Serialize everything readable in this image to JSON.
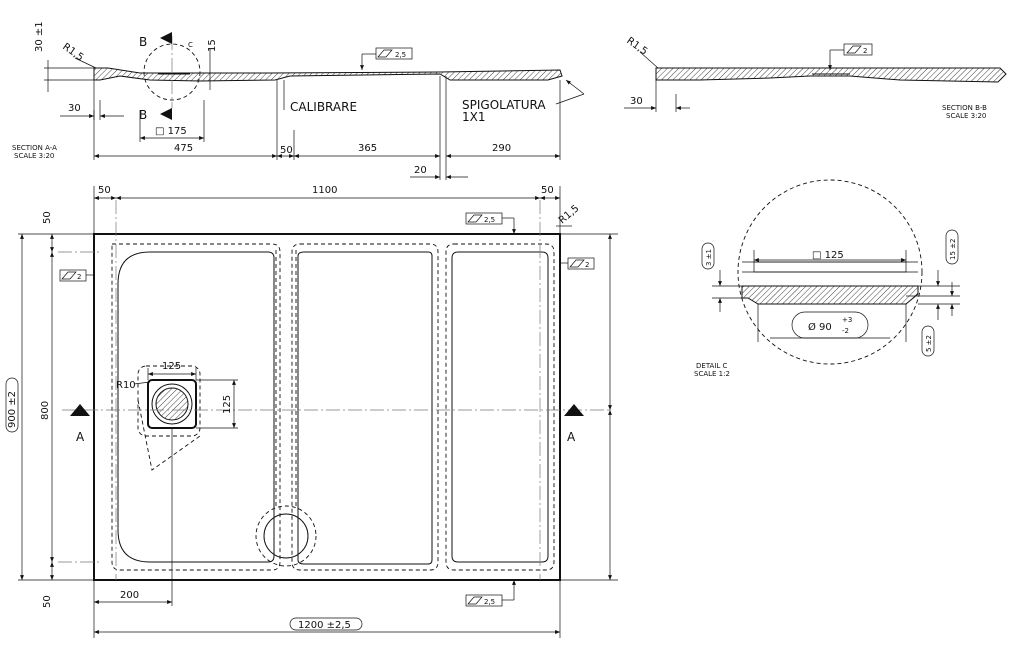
{
  "section_aa": {
    "title": "SECTION A-A",
    "scale": "SCALE 3:20",
    "dims": {
      "d30_15": "30 ±1",
      "r15": "R1,5",
      "flat25": "2,5",
      "d15": "15",
      "b_top": "B",
      "b_bottom": "B",
      "c": "C",
      "d30": "30",
      "d175": "□ 175",
      "d475": "475",
      "d50": "50",
      "d365": "365",
      "d290": "290",
      "d20": "20"
    },
    "notes": {
      "calibrare": "CALIBRARE",
      "spigolatura": "SPIGOLATURA",
      "spigolatura2": "1X1"
    }
  },
  "section_bb": {
    "title": "SECTION B-B",
    "scale": "SCALE 3:20",
    "dims": {
      "r15": "R1,5",
      "flat2": "2",
      "d30": "30"
    }
  },
  "plan": {
    "dims": {
      "top50l": "50",
      "top1100": "1100",
      "top50r": "50",
      "left50t": "50",
      "left900": "900 ±2",
      "left800": "800",
      "left50b": "50",
      "flat25_top": "2,5",
      "r15": "R1,5",
      "flat2_left": "2",
      "flat2_right": "2",
      "d125_h": "125",
      "d125_v": "125",
      "r10": "R10",
      "d200": "200",
      "flat25_bottom": "2,5",
      "d1200": "1200 ±2,5"
    },
    "section_a_left": "A",
    "section_a_right": "A"
  },
  "detail_c": {
    "title": "DETAIL C",
    "scale": "SCALE 1:2",
    "dims": {
      "d125": "□ 125",
      "d3": "3 ±1",
      "d15": "15 ±2",
      "d90": "Ø 90",
      "tol_plus": "+3",
      "tol_minus": "-2",
      "d5": "5 ±2"
    }
  }
}
